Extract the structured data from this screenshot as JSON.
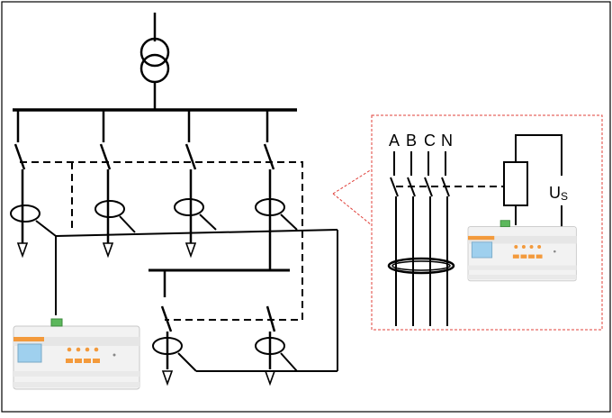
{
  "labels": {
    "phase_a": "A",
    "phase_b": "B",
    "phase_c": "C",
    "phase_n": "N",
    "us_main": "U",
    "us_sub": "S"
  },
  "device": {
    "name": "residual-current-monitor",
    "accent_color": "#f39a3c",
    "screen_color": "#9fd0ee",
    "terminal_color": "#5cb85c"
  },
  "colors": {
    "line": "#000000",
    "detail_border": "#e0403a",
    "frame_border": "#000000"
  }
}
